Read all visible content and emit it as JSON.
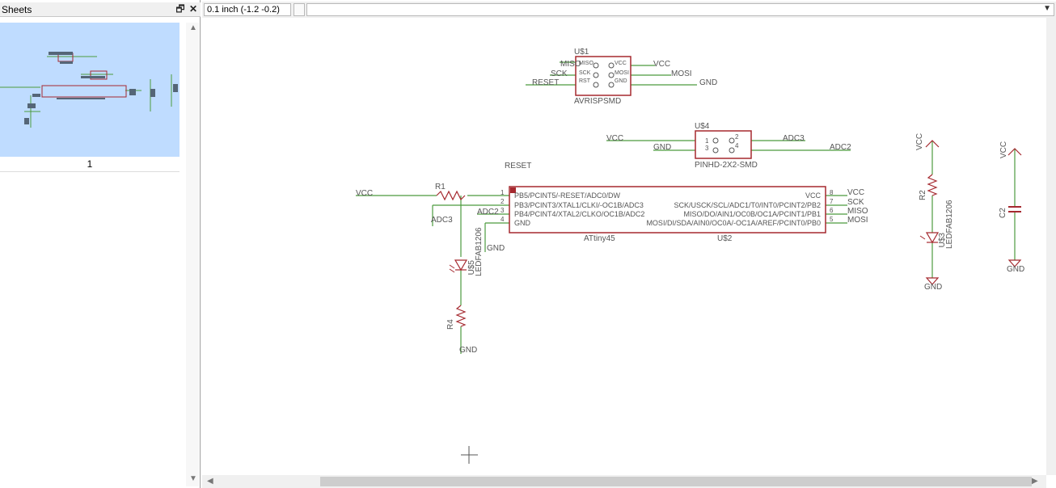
{
  "sheets_panel": {
    "title": "Sheets",
    "sheet_number": "1"
  },
  "toolbar": {
    "coordinate": "0.1 inch (-1.2 -0.2)",
    "command_value": ""
  },
  "schematic": {
    "u1": {
      "name": "U$1",
      "value": "AVRISPSMD",
      "pins": [
        "MISO",
        "SCK",
        "RST",
        "VCC",
        "MOSI",
        "GND"
      ]
    },
    "u4": {
      "name": "U$4",
      "value": "PINHD-2X2-SMD",
      "pins": [
        "1",
        "2",
        "3",
        "4"
      ]
    },
    "u2": {
      "name": "U$2",
      "value": "ATtiny45",
      "left_pins": [
        "PB5/PCINT5/-RESET/ADC0/DW",
        "PB3/PCINT3/XTAL1/CLKI/-OC1B/ADC3",
        "PB4/PCINT4/XTAL2/CLKO/OC1B/ADC2",
        "GND"
      ],
      "left_nums": [
        "1",
        "2",
        "3",
        "4"
      ],
      "right_pins": [
        "VCC",
        "SCK/USCK/SCL/ADC1/T0/INT0/PCINT2/PB2",
        "MISO/DO/AIN1/OC0B/OC1A/PCINT1/PB1",
        "MOSI/DI/SDA/AIN0/OC0A/-OC1A/AREF/PCINT0/PB0"
      ],
      "right_nums": [
        "8",
        "7",
        "6",
        "5"
      ]
    },
    "parts": {
      "r1": "R1",
      "r2": "R2",
      "r4": "R4",
      "c2": "C2",
      "u5": "U$5",
      "u3": "U$3",
      "led": "LEDFAB1206"
    },
    "nets": {
      "vcc": "VCC",
      "gnd": "GND",
      "mosi": "MOSI",
      "miso": "MISO",
      "sck": "SCK",
      "reset": "RESET",
      "adc2": "ADC2",
      "adc3": "ADC3"
    }
  },
  "colors": {
    "part": "#a5292f",
    "wire": "#4c9b3e",
    "text": "#555555",
    "thumb_bg": "#bfdcff"
  }
}
